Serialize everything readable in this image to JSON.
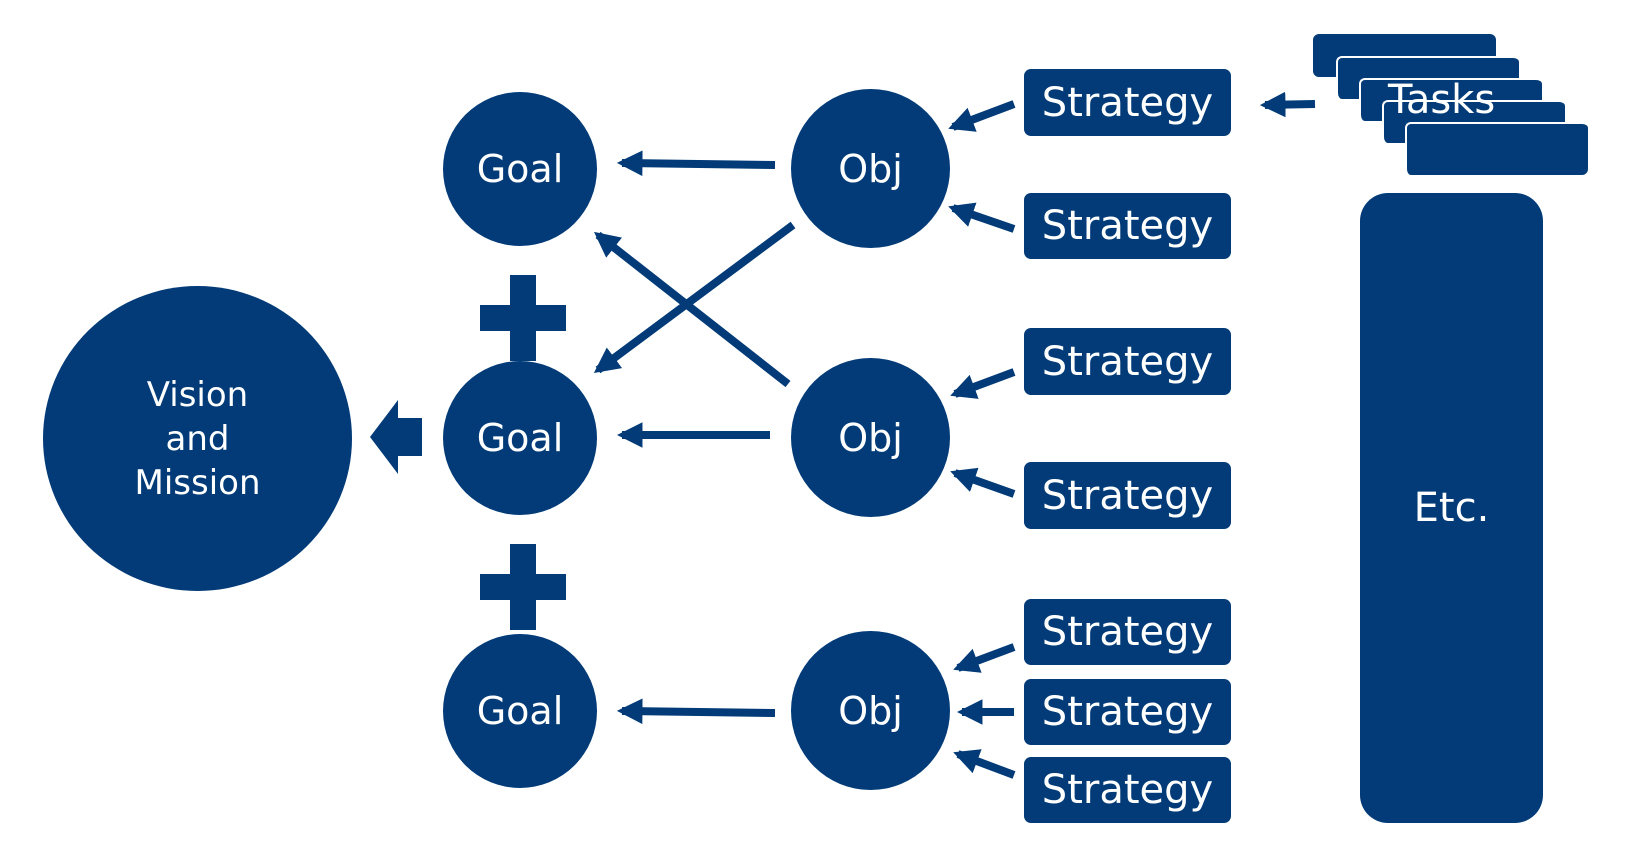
{
  "diagram": {
    "vision": "Vision\nand\nMission",
    "goals": [
      "Goal",
      "Goal",
      "Goal"
    ],
    "objectives": [
      "Obj",
      "Obj",
      "Obj"
    ],
    "strategies": [
      "Strategy",
      "Strategy",
      "Strategy",
      "Strategy",
      "Strategy",
      "Strategy",
      "Strategy"
    ],
    "tasks": "Tasks",
    "etc": "Etc.",
    "color": "#023b78"
  }
}
